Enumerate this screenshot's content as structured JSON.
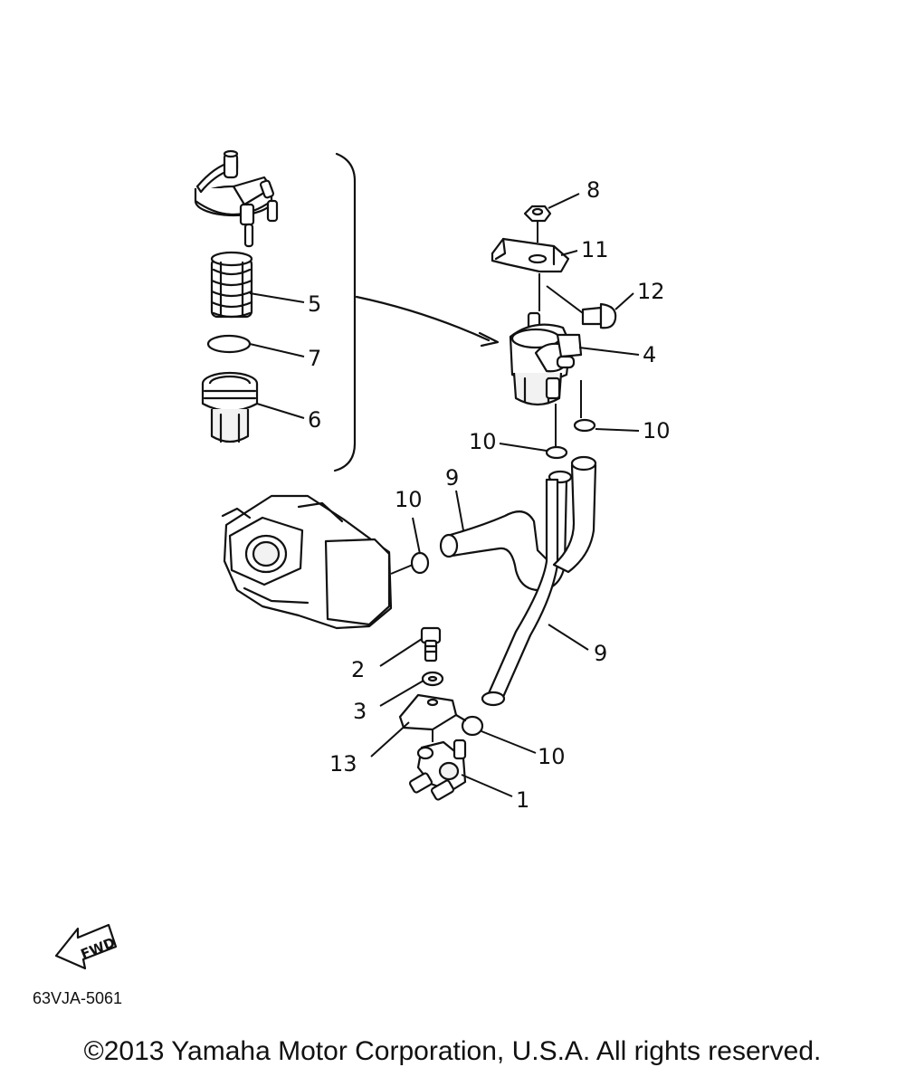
{
  "diagram": {
    "callouts": {
      "c1": "1",
      "c2": "2",
      "c3": "3",
      "c4": "4",
      "c5": "5",
      "c6": "6",
      "c7": "7",
      "c8": "8",
      "c9a": "9",
      "c9b": "9",
      "c10a": "10",
      "c10b": "10",
      "c10c": "10",
      "c10d": "10",
      "c11": "11",
      "c12": "12",
      "c13": "13"
    },
    "fwd_label": "FWD",
    "code": "63VJA-5061"
  },
  "footer": {
    "copyright": "©2013 Yamaha Motor Corporation, U.S.A. All rights reserved."
  }
}
